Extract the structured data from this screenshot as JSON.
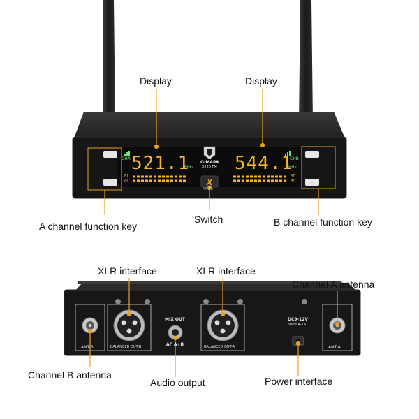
{
  "front": {
    "callouts": {
      "display_left": "Display",
      "display_right": "Display",
      "switch": "Switch",
      "a_key": "A channel function key",
      "b_key": "B channel function key"
    },
    "brand": "G-MARK",
    "model": "X220 FM",
    "ch_a_label": "CHA",
    "ch_b_label": "CHB",
    "freq_a": "521.1",
    "freq_b": "544.1",
    "mhz": "MHz",
    "rf": "RF",
    "af": "AF",
    "power_label": "POWER"
  },
  "rear": {
    "callouts": {
      "xlr_left": "XLR interface",
      "xlr_right": "XLR interface",
      "ant_a": "Channel A antenna",
      "ant_b": "Channel B antenna",
      "audio_out": "Audio output",
      "power": "Power interface"
    },
    "port_labels": {
      "ant_b": "ANT-B",
      "balanced_b": "BALANCED OUT-B",
      "mix_out": "MIX OUT",
      "af_ab": "AF A+B",
      "balanced_a": "BALANCED OUT-A",
      "dc": "DC9-12V",
      "dc_current": "500mA-1A",
      "ant_a": "ANT-A"
    }
  },
  "colors": {
    "accent": "#e8a21e",
    "body": "#1b1b1b",
    "lcd_green": "#6fe87a",
    "lcd_yellow": "#f3b431",
    "key_orange": "#f0a42a"
  }
}
